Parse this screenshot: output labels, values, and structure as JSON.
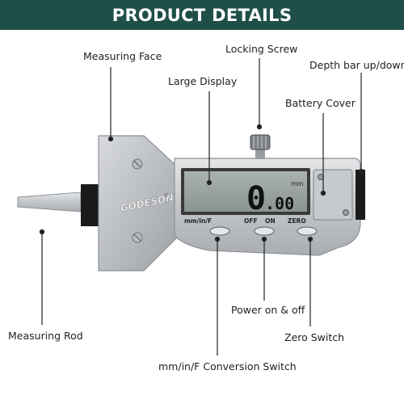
{
  "banner": {
    "title": "PRODUCT DETAILS",
    "background": "#1f4f48"
  },
  "callouts": {
    "measuring_face": "Measuring Face",
    "locking_screw": "Locking Screw",
    "depth_bar": "Depth bar up/down",
    "large_display": "Large Display",
    "battery_cover": "Battery Cover",
    "measuring_rod": "Measuring Rod",
    "power": "Power on & off",
    "zero_switch": "Zero Switch",
    "conversion_switch": "mm/in/F Conversion Switch"
  },
  "device": {
    "brand": "GODESON",
    "registered": "®",
    "display_value": "0.00",
    "display_unit": "mm",
    "button_labels": {
      "mode": "mm/in/F",
      "off": "OFF",
      "on": "ON",
      "zero": "ZERO"
    }
  },
  "colors": {
    "accent_line": "#222222",
    "body_steel": "#c9cccf",
    "lcd": "#9aa3a0"
  }
}
